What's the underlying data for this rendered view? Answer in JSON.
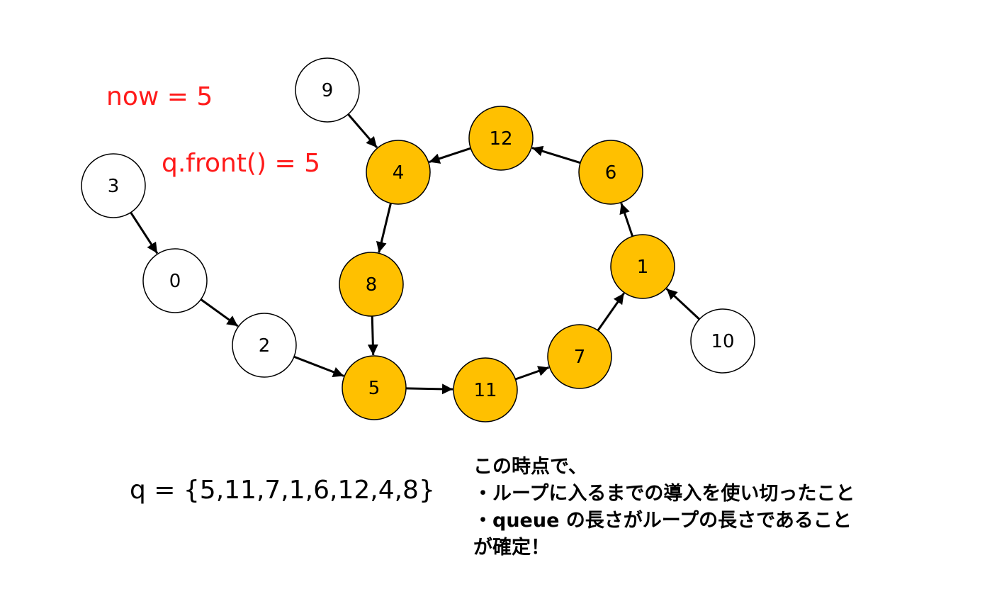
{
  "colors": {
    "loop_fill": "#FFC000",
    "plain_fill": "#FFFFFF",
    "stroke": "#000000",
    "annotation": "#FF1A1A"
  },
  "labels": {
    "now": "now = 5",
    "front": "q.front() = 5",
    "queue": "q = {5,11,7,1,6,12,4,8}"
  },
  "note": {
    "lines": [
      "この時点で、",
      "・ループに入るまでの導入を使い切ったこと",
      "・queue の長さがループの長さであること",
      "が確定！"
    ]
  },
  "graph": {
    "nodes": [
      {
        "id": "3",
        "label": "3",
        "in_loop": false
      },
      {
        "id": "0",
        "label": "0",
        "in_loop": false
      },
      {
        "id": "2",
        "label": "2",
        "in_loop": false
      },
      {
        "id": "9",
        "label": "9",
        "in_loop": false
      },
      {
        "id": "10",
        "label": "10",
        "in_loop": false
      },
      {
        "id": "5",
        "label": "5",
        "in_loop": true
      },
      {
        "id": "11",
        "label": "11",
        "in_loop": true
      },
      {
        "id": "7",
        "label": "7",
        "in_loop": true
      },
      {
        "id": "1",
        "label": "1",
        "in_loop": true
      },
      {
        "id": "6",
        "label": "6",
        "in_loop": true
      },
      {
        "id": "12",
        "label": "12",
        "in_loop": true
      },
      {
        "id": "4",
        "label": "4",
        "in_loop": true
      },
      {
        "id": "8",
        "label": "8",
        "in_loop": true
      }
    ],
    "edges": [
      {
        "from": "3",
        "to": "0"
      },
      {
        "from": "0",
        "to": "2"
      },
      {
        "from": "2",
        "to": "5"
      },
      {
        "from": "5",
        "to": "11"
      },
      {
        "from": "11",
        "to": "7"
      },
      {
        "from": "7",
        "to": "1"
      },
      {
        "from": "10",
        "to": "1"
      },
      {
        "from": "1",
        "to": "6"
      },
      {
        "from": "6",
        "to": "12"
      },
      {
        "from": "12",
        "to": "4"
      },
      {
        "from": "9",
        "to": "4"
      },
      {
        "from": "4",
        "to": "8"
      },
      {
        "from": "8",
        "to": "5"
      }
    ]
  }
}
